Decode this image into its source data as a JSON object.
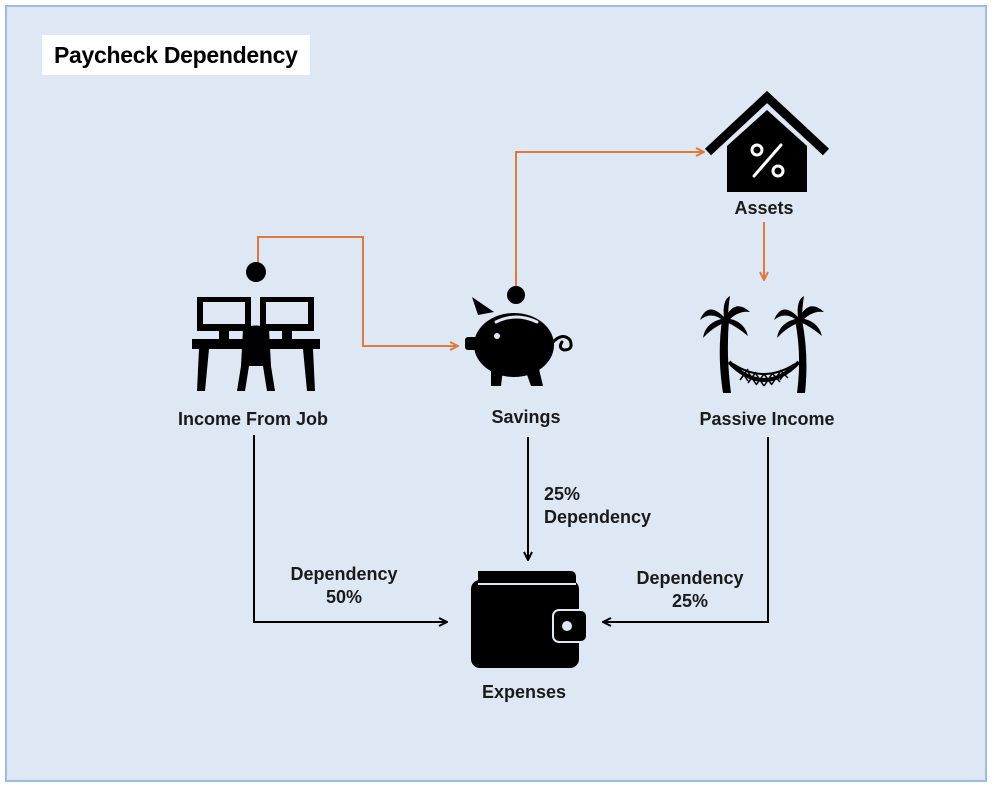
{
  "title": "Paycheck Dependency",
  "colors": {
    "background": "#dde8f4",
    "border": "#9bbbe0",
    "accent_arrow": "#e07a3a",
    "dependency_arrow": "#000000"
  },
  "nodes": {
    "income_from_job": {
      "label": "Income From Job",
      "icon": "workstation-icon"
    },
    "savings": {
      "label": "Savings",
      "icon": "piggy-bank-icon"
    },
    "assets": {
      "label": "Assets",
      "icon": "house-percent-icon"
    },
    "passive_income": {
      "label": "Passive Income",
      "icon": "palm-hammock-icon"
    },
    "expenses": {
      "label": "Expenses",
      "icon": "wallet-icon"
    }
  },
  "edges": {
    "job_to_expenses": {
      "line1": "Dependency",
      "line2": "50%"
    },
    "savings_to_expenses": {
      "line1": "25%",
      "line2": "Dependency"
    },
    "passive_to_expenses": {
      "line1": "Dependency",
      "line2": "25%"
    }
  }
}
